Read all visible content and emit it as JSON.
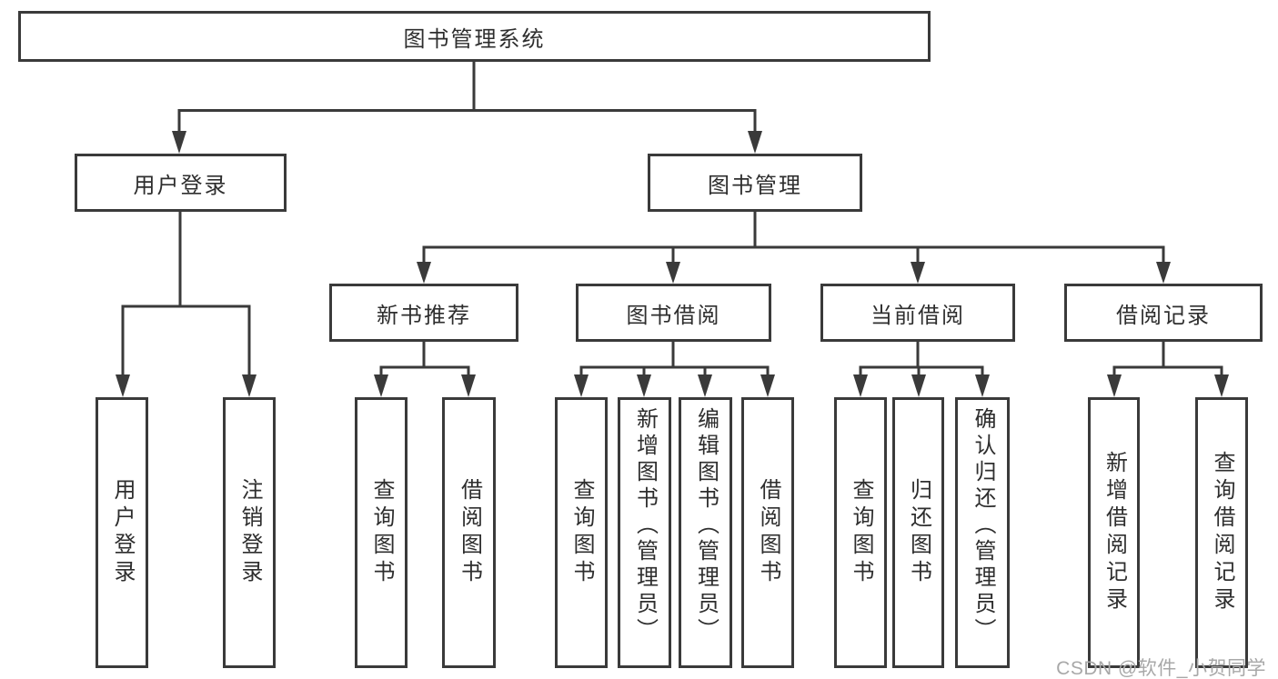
{
  "colors": {
    "line": "#3a3a3a",
    "box_border": "#3a3a3a",
    "box_fill": "#ffffff",
    "text": "#2e2e2e",
    "watermark": "#a8a8a8",
    "background": "#ffffff"
  },
  "watermark": "CSDN @软件_小贺同学",
  "tree": {
    "label": "图书管理系统",
    "children": [
      {
        "label": "用户登录",
        "children": [
          {
            "label": "用户登录"
          },
          {
            "label": "注销登录"
          }
        ]
      },
      {
        "label": "图书管理",
        "children": [
          {
            "label": "新书推荐",
            "children": [
              {
                "label": "查询图书"
              },
              {
                "label": "借阅图书"
              }
            ]
          },
          {
            "label": "图书借阅",
            "children": [
              {
                "label": "查询图书"
              },
              {
                "label": "新增图书（管理员）"
              },
              {
                "label": "编辑图书（管理员）"
              },
              {
                "label": "借阅图书"
              }
            ]
          },
          {
            "label": "当前借阅",
            "children": [
              {
                "label": "查询图书"
              },
              {
                "label": "归还图书"
              },
              {
                "label": "确认归还（管理员）"
              }
            ]
          },
          {
            "label": "借阅记录",
            "children": [
              {
                "label": "新增借阅记录"
              },
              {
                "label": "查询借阅记录"
              }
            ]
          }
        ]
      }
    ]
  }
}
